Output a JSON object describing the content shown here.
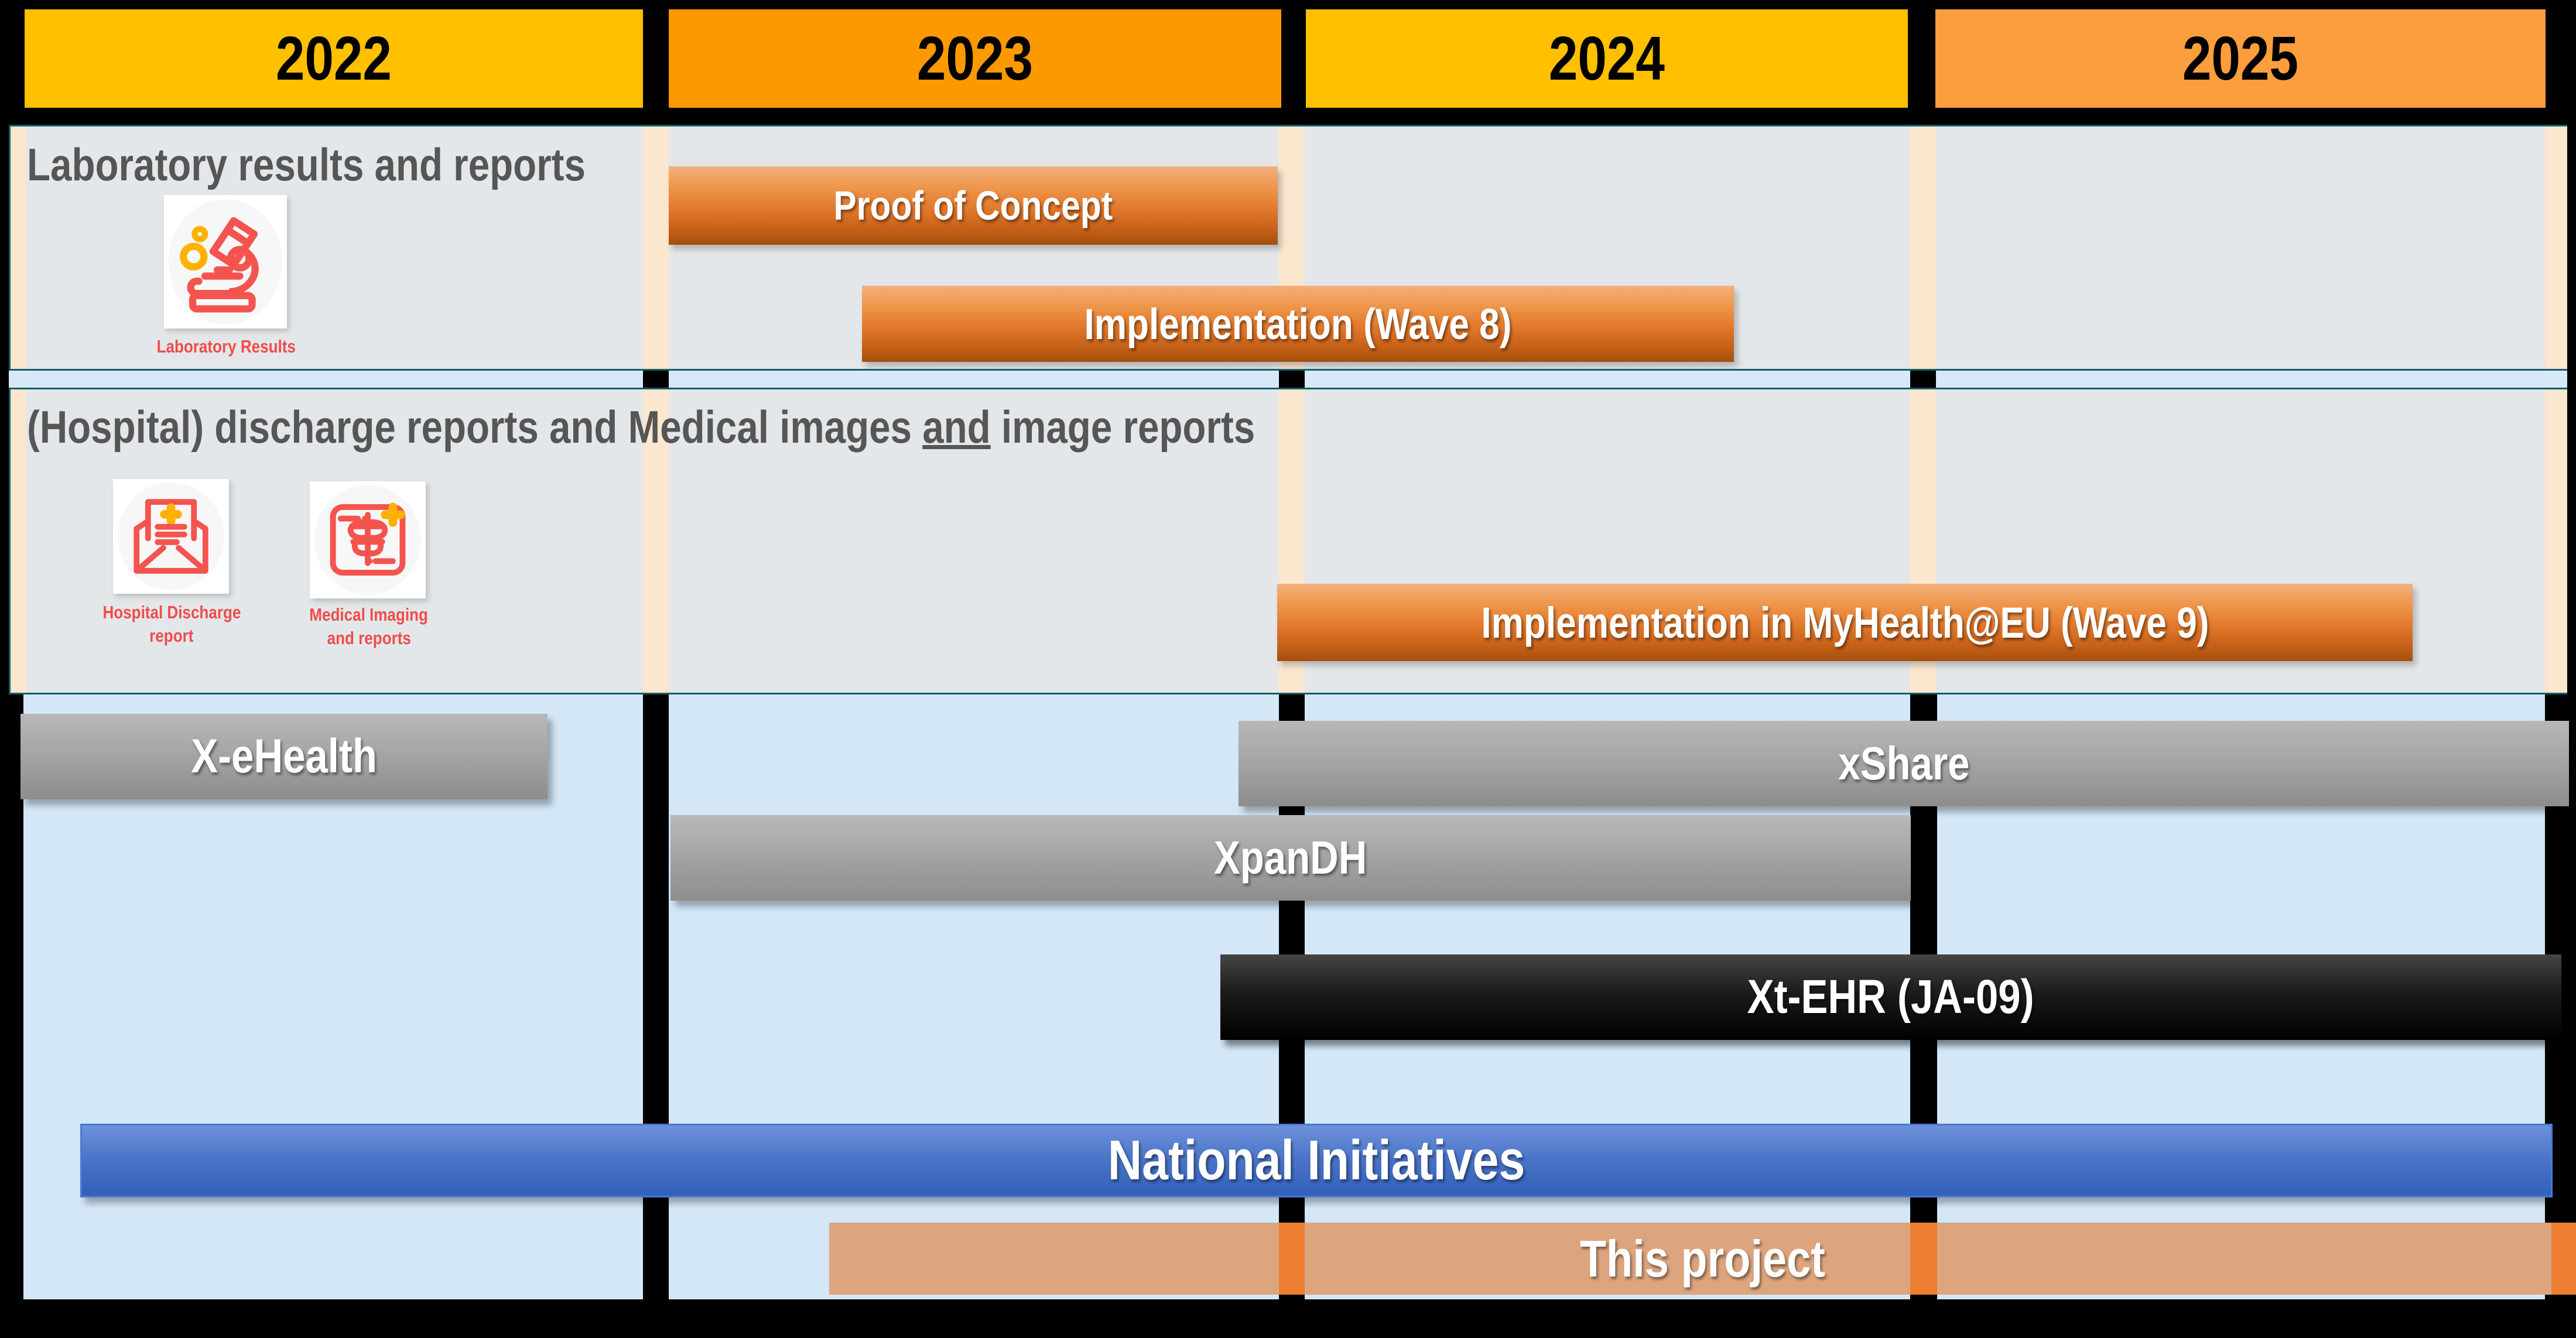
{
  "header": {
    "years": [
      {
        "label": "2022",
        "color": "#FFC000"
      },
      {
        "label": "2023",
        "color": "#FB9900"
      },
      {
        "label": "2024",
        "color": "#FFC000"
      },
      {
        "label": "2025",
        "color": "#FC9E3E"
      }
    ]
  },
  "rows": {
    "laboratory": {
      "title": "Laboratory results and reports",
      "icon": {
        "name": "microscope-icon",
        "label": "Laboratory Results"
      },
      "bars": {
        "poc": {
          "label": "Proof of Concept"
        },
        "wave8": {
          "label": "Implementation (Wave 8)"
        }
      }
    },
    "discharge": {
      "title_parts": {
        "before": "(Hospital) discharge reports and Medical images ",
        "underlined": "and",
        "after": " image reports"
      },
      "icons": [
        {
          "name": "hospital-discharge-icon",
          "label": [
            "Hospital Discharge",
            "report"
          ]
        },
        {
          "name": "medical-imaging-icon",
          "label": [
            "Medical Imaging",
            "and reports"
          ]
        }
      ],
      "bars": {
        "wave9": {
          "label": "Implementation in MyHealth@EU (Wave 9)"
        }
      }
    }
  },
  "timeline": {
    "bars": {
      "xehealth": {
        "label": "X-eHealth",
        "color": "gray-gradient"
      },
      "xshare": {
        "label": "xShare",
        "color": "gray-gradient"
      },
      "xpandh": {
        "label": "XpanDH",
        "color": "gray-gradient"
      },
      "xtehr": {
        "label": "Xt-EHR (JA-09)",
        "color": "black-gradient"
      },
      "national": {
        "label": "National Initiatives",
        "color": "#3260BA"
      },
      "thisproject": {
        "label": "This project",
        "color": "#DDA57E"
      }
    }
  },
  "colors": {
    "year_yellow": "#FFC000",
    "year_orange": "#FB9900",
    "row_background": "#E3E7E9",
    "row_border_teal": "#155E68",
    "column_stripe_peach": "#FBE6CE",
    "blue_background": "#D3E7F7",
    "implementation_bar_orange": "#E2782B",
    "separator_orange": "#ED7D31",
    "icon_red": "#F4544E",
    "icon_yellow": "#FFB100"
  }
}
